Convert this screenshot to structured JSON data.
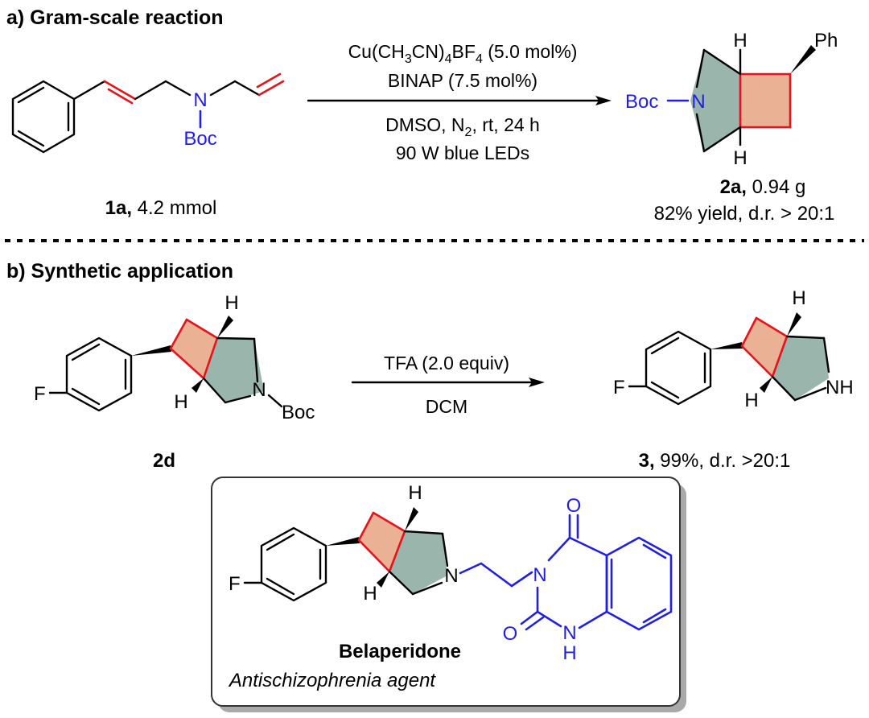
{
  "section_a": {
    "title": "a) Gram-scale reaction",
    "reactant_label_bold": "1a,",
    "reactant_label_rest": " 4.2 mmol",
    "reactant_atoms": {
      "n": "N",
      "boc": "Boc"
    },
    "conditions": {
      "line1_pre": "Cu(CH",
      "line1_sub1": "3",
      "line1_mid": "CN)",
      "line1_sub2": "4",
      "line1_mid2": "BF",
      "line1_sub3": "4",
      "line1_post": " (5.0 mol%)",
      "line2": "BINAP (7.5 mol%)",
      "line3_pre": "DMSO, N",
      "line3_sub": "2",
      "line3_post": ", rt, 24 h",
      "line4": "90 W blue LEDs"
    },
    "product_atoms": {
      "boc": "Boc",
      "n": "N",
      "h_top": "H",
      "h_bottom": "H",
      "ph": "Ph"
    },
    "product_label_bold": "2a,",
    "product_label_rest": " 0.94 g",
    "product_yield": "82% yield, d.r. > 20:1"
  },
  "section_b": {
    "title": "b) Synthetic application",
    "reactant_atoms": {
      "f": "F",
      "h_top": "H",
      "h_bottom": "H",
      "n": "N",
      "boc": "Boc"
    },
    "reactant_label": "2d",
    "conditions": {
      "line1": "TFA (2.0 equiv)",
      "line2": "DCM"
    },
    "product_atoms": {
      "f": "F",
      "h_top": "H",
      "h_bottom": "H",
      "nh": "NH"
    },
    "product_label_bold": "3,",
    "product_label_rest": " 99%, d.r. >20:1"
  },
  "drug_box": {
    "atoms": {
      "f": "F",
      "h_top": "H",
      "h_bottom": "H",
      "n": "N",
      "o_top": "O",
      "n_imide": "N",
      "o_bottom": "O",
      "nh_n": "N",
      "nh_h": "H"
    },
    "name": "Belaperidone",
    "description": "Antischizophrenia agent"
  },
  "colors": {
    "reactive_bond": "#e8121b",
    "heteroatom_label": "#1f1fe6",
    "pyrrolidine_fill": "#88a89e",
    "cyclobutane_fill": "#e8a888"
  }
}
